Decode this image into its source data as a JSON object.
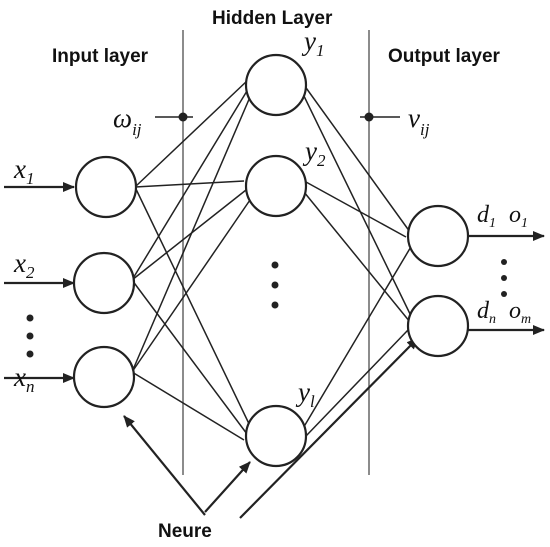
{
  "labels": {
    "hidden_layer": "Hidden Layer",
    "input_layer": "Input layer",
    "output_layer": "Output layer",
    "neure": "Neure"
  },
  "weights": {
    "input_hidden": {
      "base": "ω",
      "sub": "ij"
    },
    "hidden_output": {
      "base": "v",
      "sub": "ij"
    }
  },
  "inputs": [
    {
      "base": "x",
      "sub": "1"
    },
    {
      "base": "x",
      "sub": "2"
    },
    {
      "base": "x",
      "sub": "n"
    }
  ],
  "hidden": [
    {
      "base": "y",
      "sub": "1"
    },
    {
      "base": "y",
      "sub": "2"
    },
    {
      "base": "y",
      "sub": "l"
    }
  ],
  "desired": [
    {
      "base": "d",
      "sub": "1"
    },
    {
      "base": "d",
      "sub": "n"
    }
  ],
  "outputs": [
    {
      "base": "o",
      "sub": "1"
    },
    {
      "base": "o",
      "sub": "m"
    }
  ],
  "colors": {
    "stroke": "#222222",
    "divider": "#666666",
    "background": "#ffffff"
  }
}
